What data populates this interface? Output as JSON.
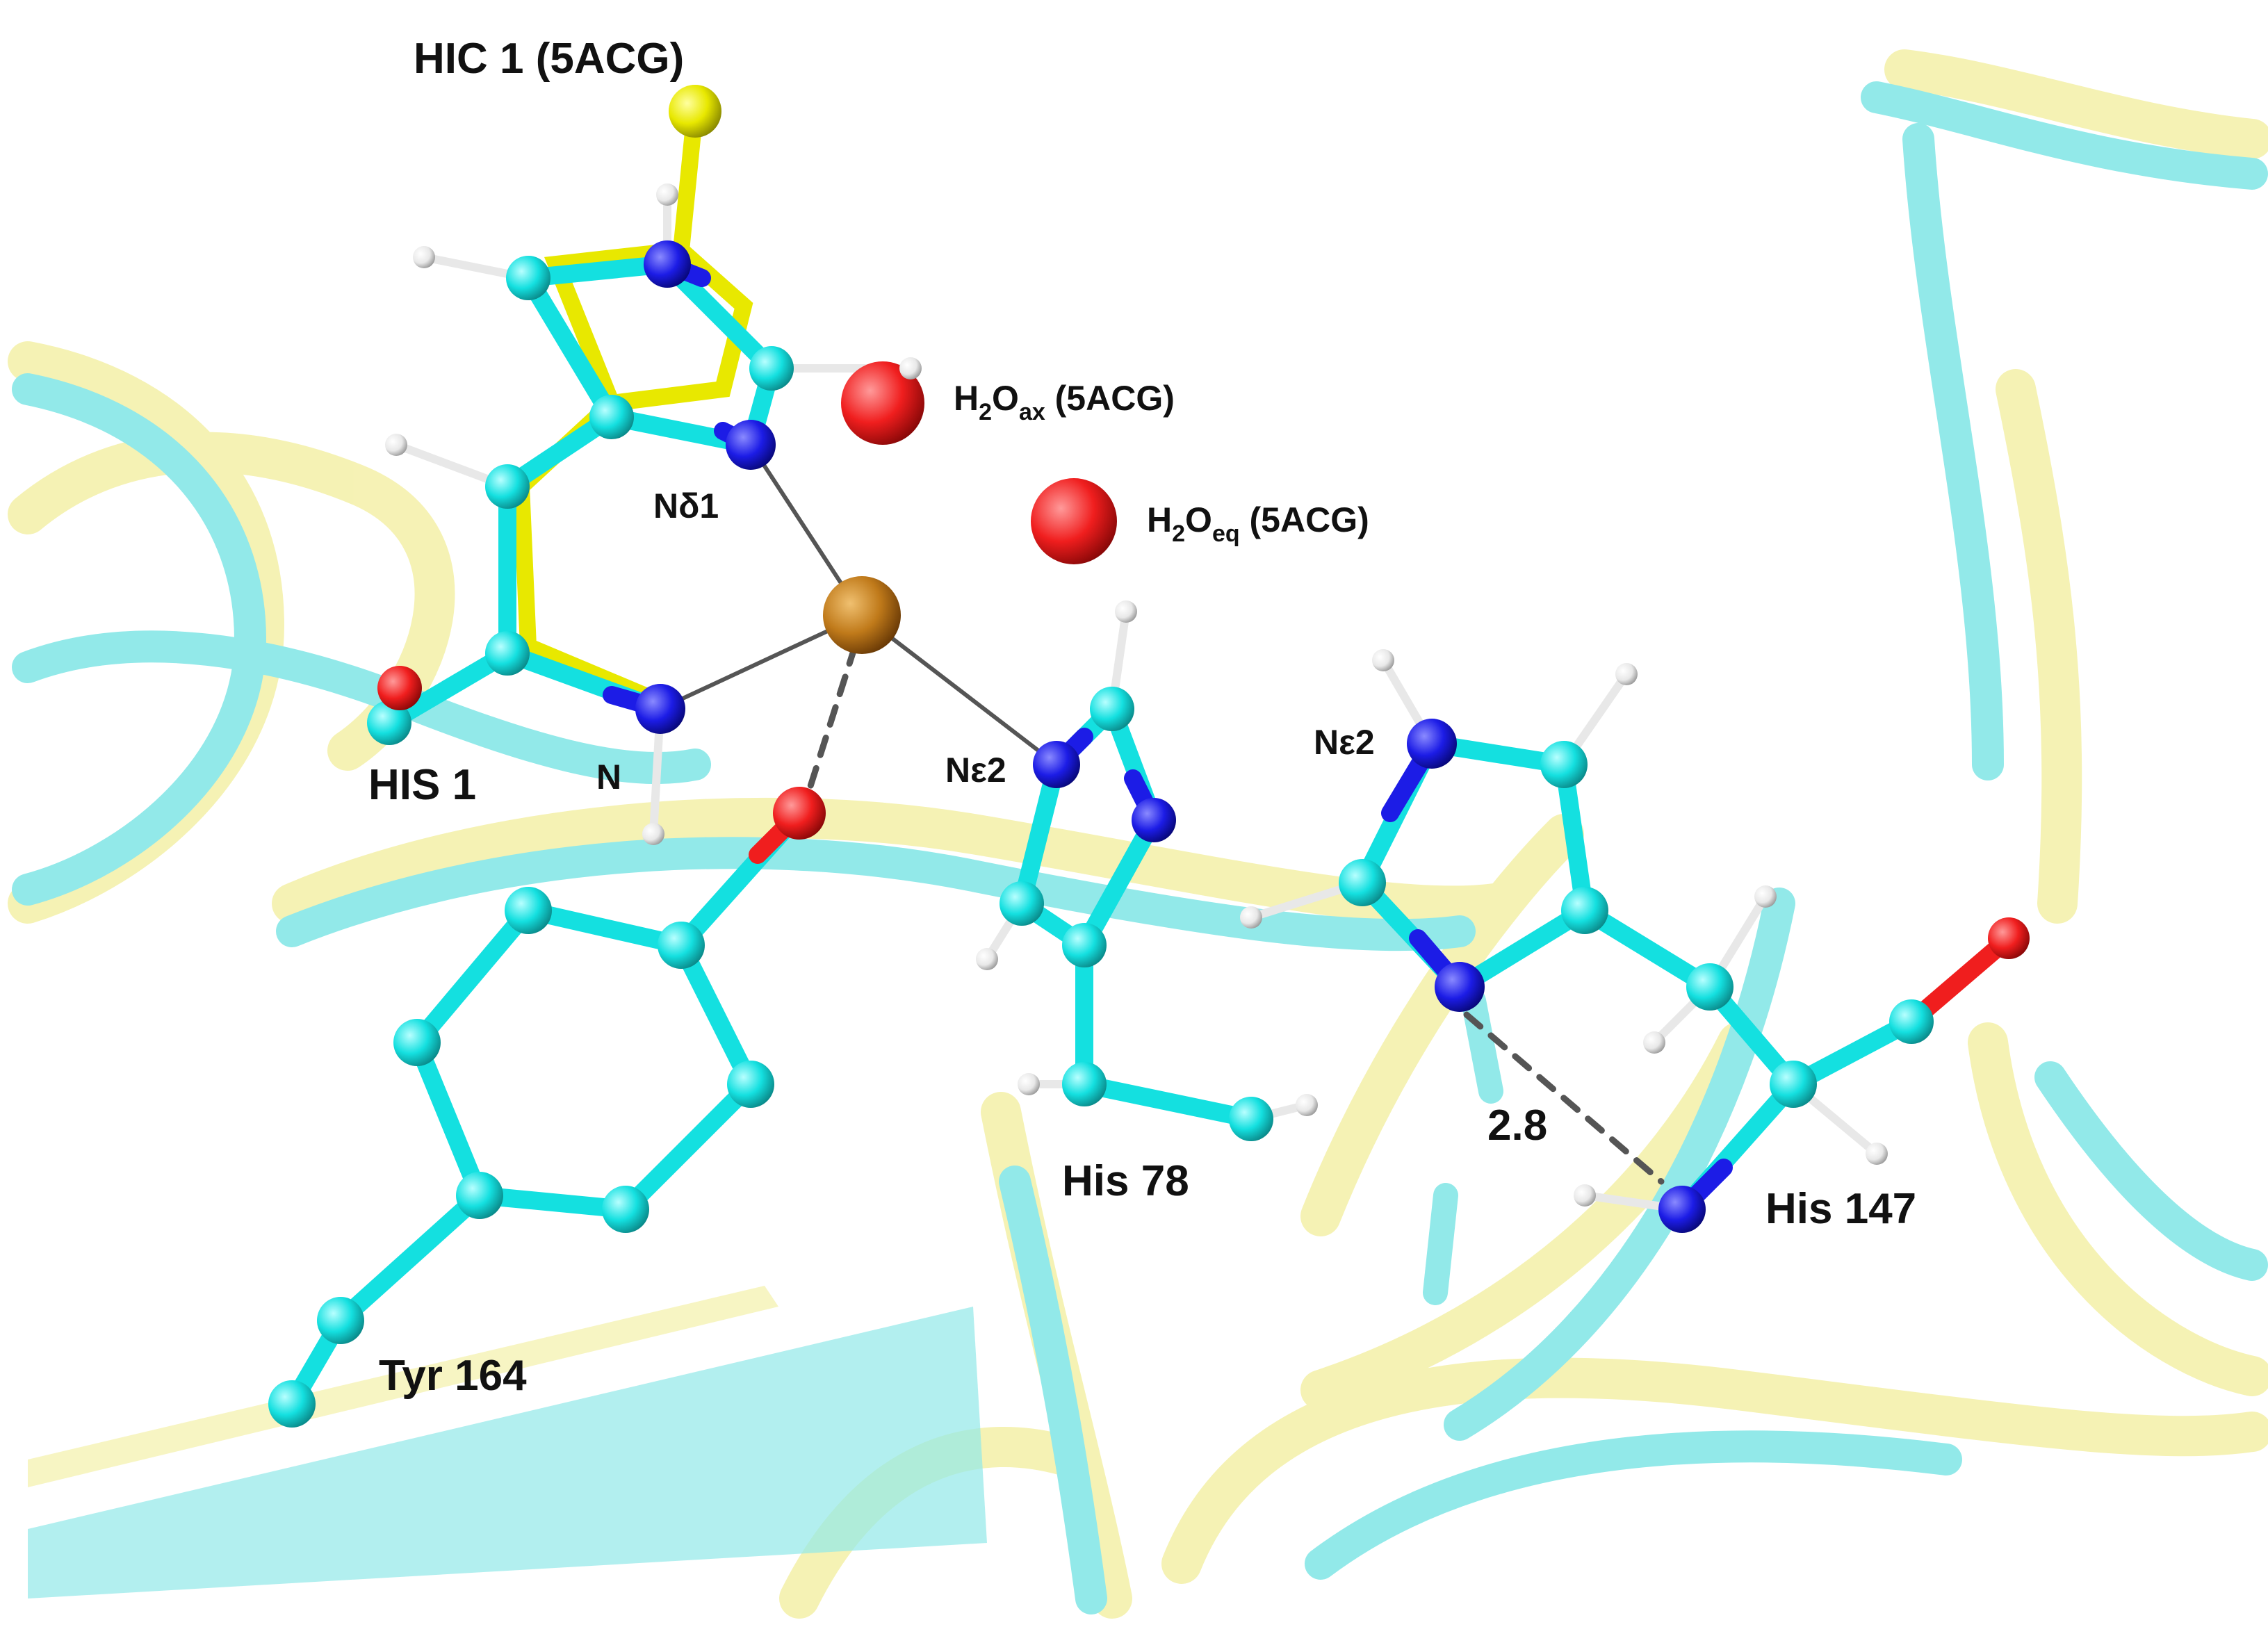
{
  "figure": {
    "colors": {
      "background": "#ffffff",
      "ribbon_cyan": "#7fe6e6",
      "ribbon_yellow": "#f4f0a8",
      "carbon": "#14e0e0",
      "nitrogen": "#1c1ce6",
      "oxygen": "#f01e1e",
      "hydrogen": "#f0f0f0",
      "copper": "#c07a1a",
      "sulfur": "#e8e800",
      "coordination_bond": "#555555"
    },
    "labels": {
      "hic1": "HIC 1 (5ACG)",
      "his1": "HIS 1",
      "n_amine": "N",
      "nd1": "Nδ1",
      "ne2_his78": "Nε2",
      "ne2_his147": "Nε2",
      "his78": "His 78",
      "his147": "His 147",
      "tyr164": "Tyr 164",
      "distance": "2.8"
    },
    "waters": {
      "axial": {
        "main": "H",
        "sub1": "2",
        "main2": "O",
        "sub2": "ax",
        "suffix": " (5ACG)"
      },
      "equatorial": {
        "main": "H",
        "sub1": "2",
        "main2": "O",
        "sub2": "eq",
        "suffix": " (5ACG)"
      }
    }
  }
}
